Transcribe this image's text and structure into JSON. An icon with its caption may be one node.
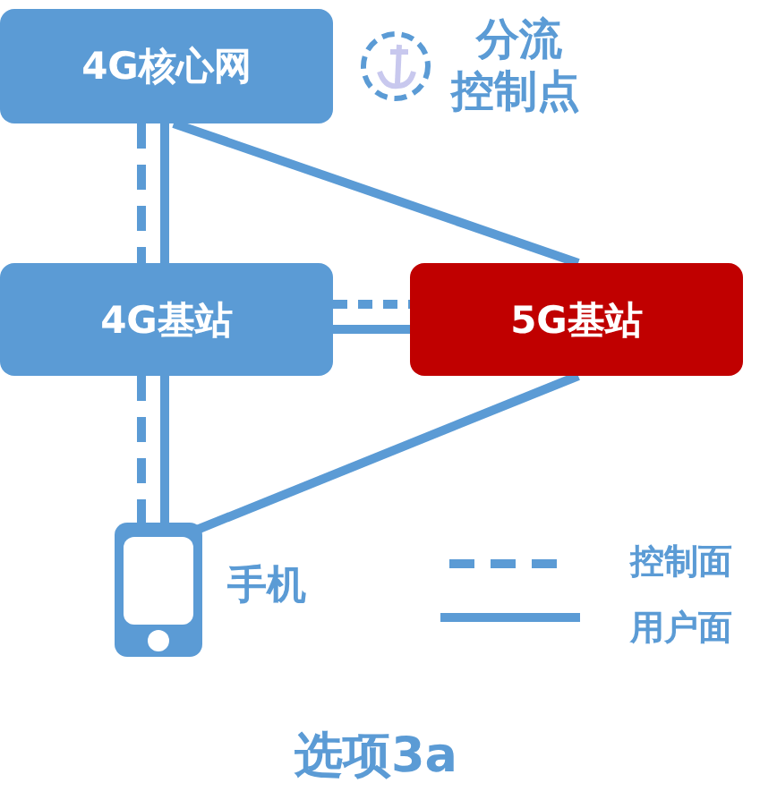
{
  "diagram": {
    "caption": "选项3a",
    "nodes": [
      {
        "text": [
          "4G核心网"
        ]
      },
      {
        "text": [
          "4G基站"
        ]
      },
      {
        "text": [
          "5G基站"
        ]
      },
      {
        "text": [],
        "shape": "phone",
        "beside": [
          "手机"
        ]
      }
    ],
    "edges": [
      {
        "from": 0,
        "to": 1,
        "arrow": "none",
        "style": "dashed"
      },
      {
        "from": 0,
        "to": 1,
        "arrow": "none"
      },
      {
        "from": 1,
        "to": 2,
        "arrow": "none",
        "style": "dashed"
      },
      {
        "from": 1,
        "to": 2,
        "arrow": "none"
      },
      {
        "from": 0,
        "to": 2,
        "arrow": "none"
      },
      {
        "from": 1,
        "to": 3,
        "arrow": "none",
        "style": "dashed"
      },
      {
        "from": 1,
        "to": 3,
        "arrow": "none"
      },
      {
        "from": 2,
        "to": 3,
        "arrow": "none"
      }
    ],
    "legend": [
      {
        "text": "分流控制点"
      },
      {
        "text": "控制面"
      },
      {
        "text": "用户面"
      }
    ]
  }
}
